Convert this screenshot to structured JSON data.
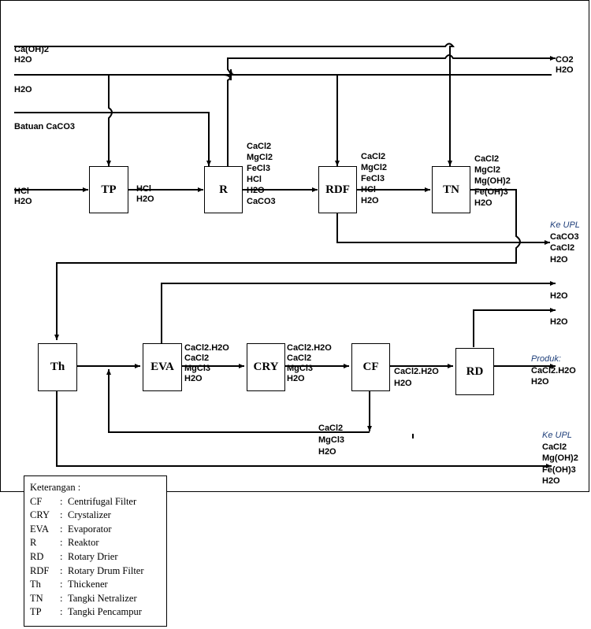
{
  "inputs": {
    "caoh2_feed": [
      "Ca(OH)2",
      "H2O"
    ],
    "water_feed": [
      "H2O"
    ],
    "limestone_feed": [
      "Batuan CaCO3"
    ],
    "acid_feed": [
      "HCl",
      "H2O"
    ]
  },
  "units": {
    "TP": "TP",
    "R": "R",
    "RDF": "RDF",
    "TN": "TN",
    "Th": "Th",
    "EVA": "EVA",
    "CRY": "CRY",
    "CF": "CF",
    "RD": "RD"
  },
  "streams": {
    "tp_to_r": [
      "HCl",
      "H2O"
    ],
    "r_to_rdf": [
      "CaCl2",
      "MgCl2",
      "FeCl3",
      "HCl",
      "H2O",
      "CaCO3"
    ],
    "rdf_to_tn": [
      "CaCl2",
      "MgCl2",
      "FeCl3",
      "HCl",
      "H2O"
    ],
    "tn_out": [
      "CaCl2",
      "MgCl2",
      "Mg(OH)2",
      "Fe(OH)3",
      "H2O"
    ],
    "r_vent": [
      "CO2",
      "H2O"
    ],
    "rdf_waste_title": "Ke UPL",
    "rdf_waste": [
      "CaCO3",
      "CaCl2",
      "H2O"
    ],
    "eva_vapor": [
      "H2O"
    ],
    "rd_vapor": [
      "H2O"
    ],
    "eva_to_cry": [
      "CaCl2.H2O",
      "CaCl2",
      "MgCl3",
      "H2O"
    ],
    "cry_to_cf": [
      "CaCl2.H2O",
      "CaCl2",
      "MgCl3",
      "H2O"
    ],
    "cf_to_rd": [
      "CaCl2.H2O",
      "H2O"
    ],
    "product_title": "Produk:",
    "product": [
      "CaCl2.H2O",
      "H2O"
    ],
    "cf_recycle": [
      "CaCl2",
      "MgCl3",
      "H2O"
    ],
    "th_waste_title": "Ke UPL",
    "th_waste": [
      "CaCl2",
      "Mg(OH)2",
      "Fe(OH)3",
      "H2O"
    ]
  },
  "legend": {
    "title": "Keterangan :",
    "items": [
      {
        "abbr": "CF",
        "desc": "Centrifugal Filter"
      },
      {
        "abbr": "CRY",
        "desc": "Crystalizer"
      },
      {
        "abbr": "EVA",
        "desc": "Evaporator"
      },
      {
        "abbr": "R",
        "desc": "Reaktor"
      },
      {
        "abbr": "RD",
        "desc": "Rotary Drier"
      },
      {
        "abbr": "RDF",
        "desc": "Rotary Drum Filter"
      },
      {
        "abbr": "Th",
        "desc": "Thickener"
      },
      {
        "abbr": "TN",
        "desc": "Tangki Netralizer"
      },
      {
        "abbr": "TP",
        "desc": "Tangki Pencampur"
      }
    ]
  }
}
